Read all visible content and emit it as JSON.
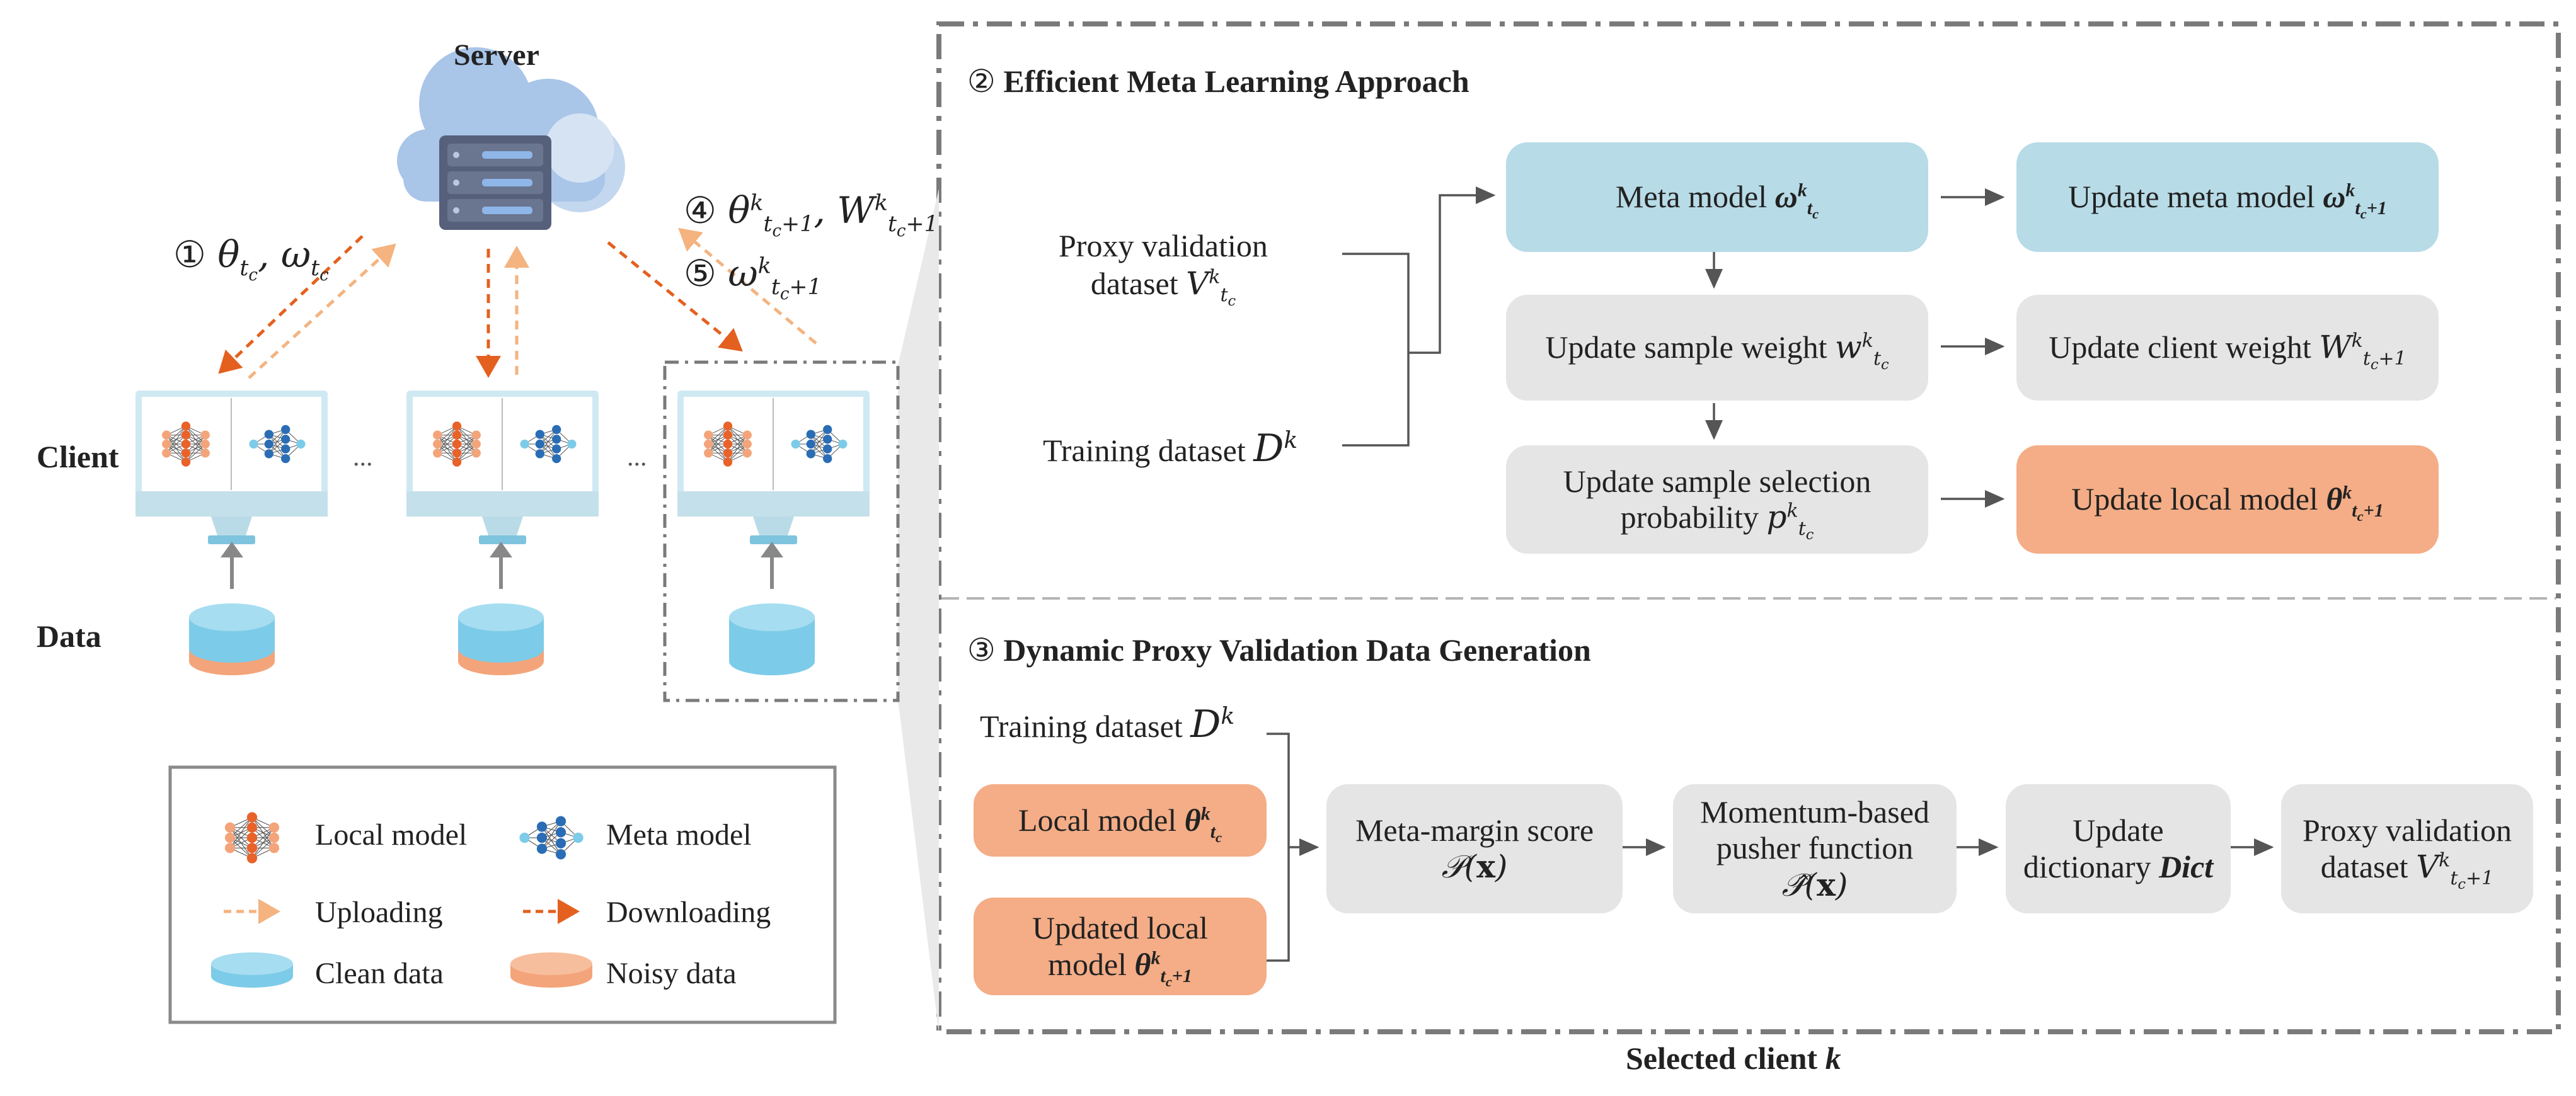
{
  "left": {
    "server_label": "Server",
    "client_label": "Client",
    "data_label": "Data",
    "ellipsis_1": "...",
    "ellipsis_2": "...",
    "step1_num": "①",
    "step4_num": "④",
    "step5_num": "⑤"
  },
  "legend": {
    "local_model": "Local model",
    "meta_model": "Meta model",
    "uploading": "Uploading",
    "downloading": "Downloading",
    "clean_data": "Clean data",
    "noisy_data": "Noisy data"
  },
  "panel2": {
    "num": "②",
    "title": "Efficient Meta Learning Approach",
    "proxy_line1": "Proxy validation",
    "proxy_line2": "dataset",
    "training": "Training dataset",
    "meta_model": "Meta model",
    "update_meta_model": "Update meta model",
    "update_sample_weight": "Update sample weight",
    "update_client_weight": "Update client weight",
    "update_selection_line1": "Update sample selection",
    "update_selection_line2": "probability",
    "update_local_model": "Update local model"
  },
  "panel3": {
    "num": "③",
    "title": "Dynamic Proxy Validation Data Generation",
    "training": "Training dataset",
    "local_model": "Local model",
    "updated_line1": "Updated local",
    "updated_line2": "model",
    "meta_margin": "Meta-margin score",
    "momentum_line1": "Momentum-based",
    "momentum_line2": "pusher function",
    "update_dict_line1": "Update",
    "update_dict_line2": "dictionary",
    "dict": "Dict",
    "proxy_line1": "Proxy validation",
    "proxy_line2": "dataset"
  },
  "caption": {
    "prefix": "Selected client",
    "k": "k"
  },
  "colors": {
    "orange_node": "#e8622a",
    "blue_node": "#2a6db5",
    "light_orange": "#f4a47a",
    "light_blue": "#7ccbe8",
    "box_blue": "#b7dbe7",
    "box_grey": "#e5e5e5",
    "box_orange": "#f4ad86",
    "dashed_border": "#7a7a7a"
  }
}
